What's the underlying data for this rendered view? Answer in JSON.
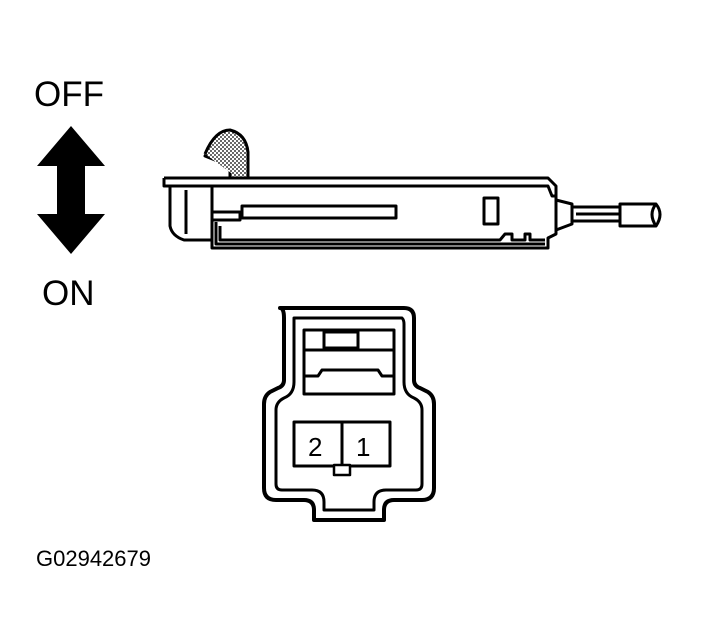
{
  "switch_states": {
    "off_label": "OFF",
    "on_label": "ON"
  },
  "connector": {
    "pins": [
      {
        "number": "2"
      },
      {
        "number": "1"
      }
    ]
  },
  "figure_code": "G02942679"
}
